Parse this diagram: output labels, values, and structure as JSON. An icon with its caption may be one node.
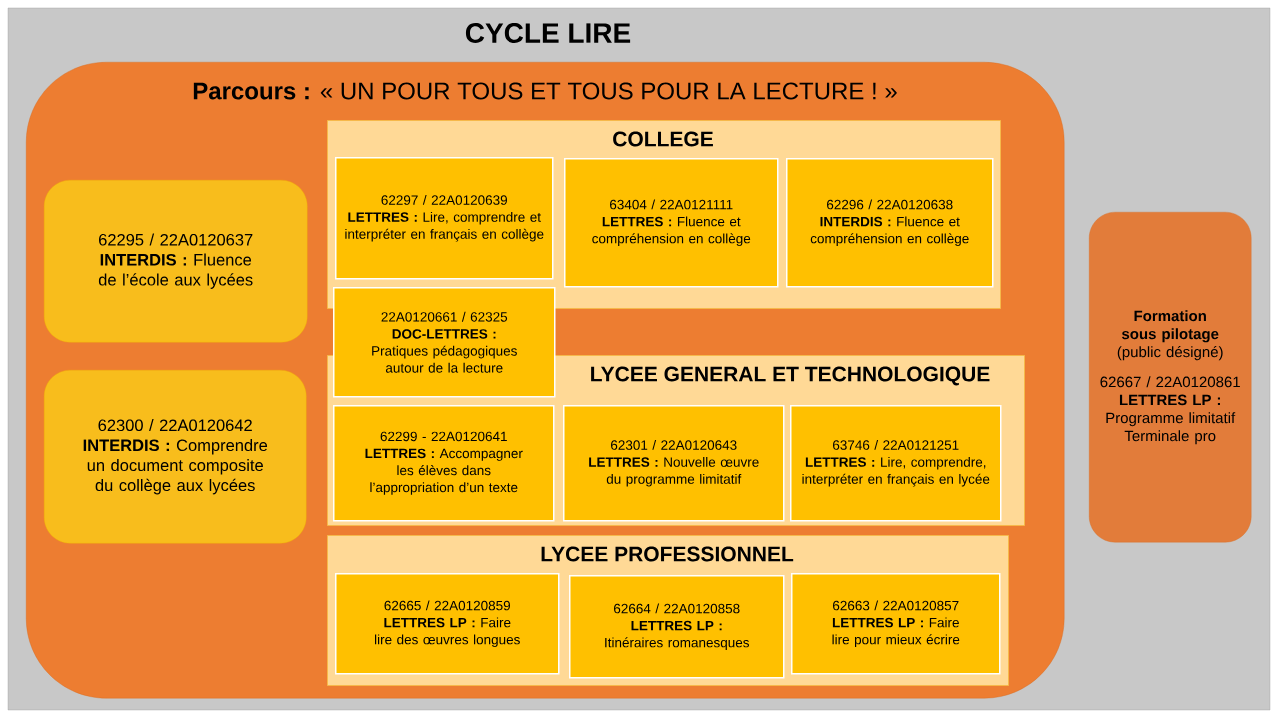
{
  "diagram": {
    "title": "CYCLE LIRE",
    "nodes": [
      {
        "text": [
          "**Parcours :** « UN POUR TOUS ET TOUS POUR LA LECTURE ! »"
        ]
      },
      {
        "text": [
          "COLLEGE"
        ],
        "in": 0
      },
      {
        "text": [
          "62297 / 22A0120639",
          "**LETTRES :** Lire, comprendre et interpréter en français en collège"
        ],
        "in": 1
      },
      {
        "text": [
          "63404 / 22A0121111",
          "**LETTRES :** Fluence et compréhension en collège"
        ],
        "in": 1
      },
      {
        "text": [
          "62296 / 22A0120638",
          "**INTERDIS :** Fluence et compréhension en collège"
        ],
        "in": 1
      },
      {
        "text": [
          "22A0120661 / 62325",
          "**DOC-LETTRES :** Pratiques pédagogiques autour de la lecture"
        ],
        "in": 0
      },
      {
        "text": [
          "LYCEE GENERAL ET TECHNOLOGIQUE"
        ],
        "in": 0
      },
      {
        "text": [
          "62299 - 22A0120641",
          "**LETTRES :** Accompagner les élèves dans l’appropriation d’un texte"
        ],
        "in": 6
      },
      {
        "text": [
          "62301 / 22A0120643",
          "**LETTRES :** Nouvelle œuvre du programme limitatif"
        ],
        "in": 6
      },
      {
        "text": [
          "63746 / 22A0121251",
          "**LETTRES :** Lire, comprendre, interpréter en français en lycée"
        ],
        "in": 6
      },
      {
        "text": [
          "LYCEE PROFESSIONNEL"
        ],
        "in": 0
      },
      {
        "text": [
          "62665 / 22A0120859",
          "**LETTRES LP :** Faire lire des œuvres longues"
        ],
        "in": 10
      },
      {
        "text": [
          "62664 / 22A0120858",
          "**LETTRES LP :** Itinéraires romanesques"
        ],
        "in": 10
      },
      {
        "text": [
          "62663 / 22A0120857",
          "**LETTRES LP :** Faire lire pour mieux écrire"
        ],
        "in": 10
      },
      {
        "text": [
          "62295 / 22A0120637",
          "**INTERDIS :** Fluence de l’école aux lycées"
        ],
        "in": 0
      },
      {
        "text": [
          "62300 / 22A0120642",
          "**INTERDIS :** Comprendre un document composite du collège aux lycées"
        ],
        "in": 0
      },
      {
        "text": [
          "Formation sous pilotage",
          "(public désigné)",
          "62667 / 22A0120861",
          "**LETTRES LP :** Programme limitatif Terminale pro"
        ]
      }
    ]
  }
}
